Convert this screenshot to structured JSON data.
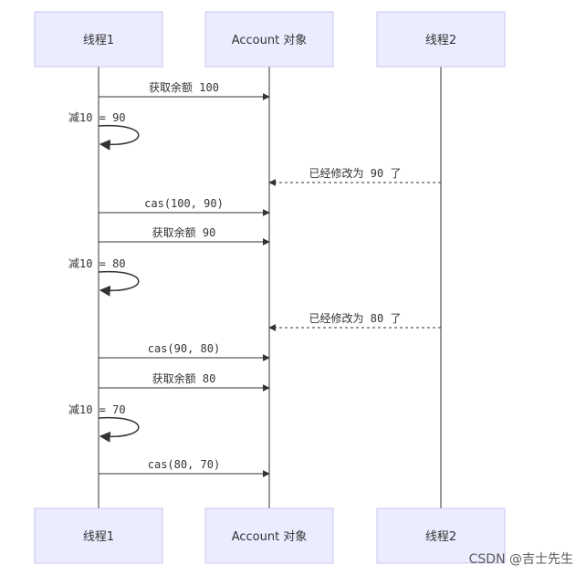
{
  "actors": [
    {
      "id": "t1",
      "label": "线程1"
    },
    {
      "id": "acc",
      "label": "Account 对象"
    },
    {
      "id": "t2",
      "label": "线程2"
    }
  ],
  "messages": [
    {
      "from": "t1",
      "to": "acc",
      "label": "获取余额 100",
      "style": "solid"
    },
    {
      "from": "t1",
      "to": "t1",
      "label": "减10 = 90",
      "style": "self"
    },
    {
      "from": "t2",
      "to": "acc",
      "label": "已经修改为 90 了",
      "style": "dashed"
    },
    {
      "from": "t1",
      "to": "acc",
      "label": "cas(100, 90)",
      "style": "solid"
    },
    {
      "from": "t1",
      "to": "acc",
      "label": "获取余额 90",
      "style": "solid"
    },
    {
      "from": "t1",
      "to": "t1",
      "label": "减10 = 80",
      "style": "self"
    },
    {
      "from": "t2",
      "to": "acc",
      "label": "已经修改为 80 了",
      "style": "dashed"
    },
    {
      "from": "t1",
      "to": "acc",
      "label": "cas(90, 80)",
      "style": "solid"
    },
    {
      "from": "t1",
      "to": "acc",
      "label": "获取余额 80",
      "style": "solid"
    },
    {
      "from": "t1",
      "to": "t1",
      "label": "减10 = 70",
      "style": "self"
    },
    {
      "from": "t1",
      "to": "acc",
      "label": "cas(80, 70)",
      "style": "solid"
    }
  ],
  "watermark": "CSDN @吉士先生",
  "colors": {
    "actor_fill": "#ECECFF",
    "actor_border": "#C9C6F0",
    "line": "#333333"
  }
}
